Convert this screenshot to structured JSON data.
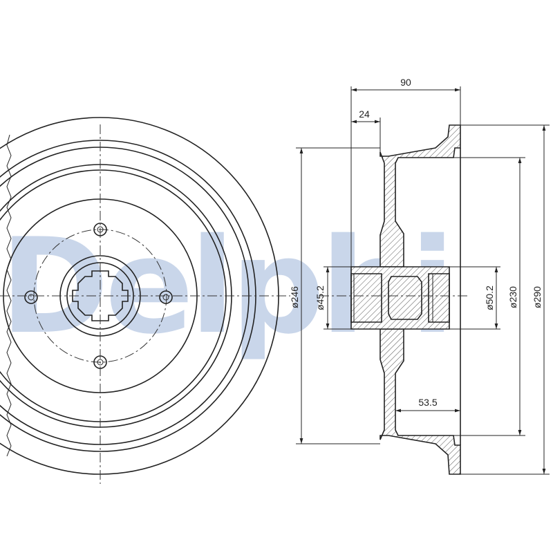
{
  "watermark": {
    "text": "Delphi",
    "color": "#c9d6ea"
  },
  "colors": {
    "line": "#222222",
    "background": "#ffffff"
  },
  "dimensions": {
    "overall_width": "90",
    "flange_offset": "24",
    "hub_depth": "53.5",
    "bore_left": "ø45.2",
    "bore_right": "ø50.2",
    "flange_diameter": "ø246",
    "inner_diameter": "ø230",
    "outer_diameter": "ø290"
  }
}
